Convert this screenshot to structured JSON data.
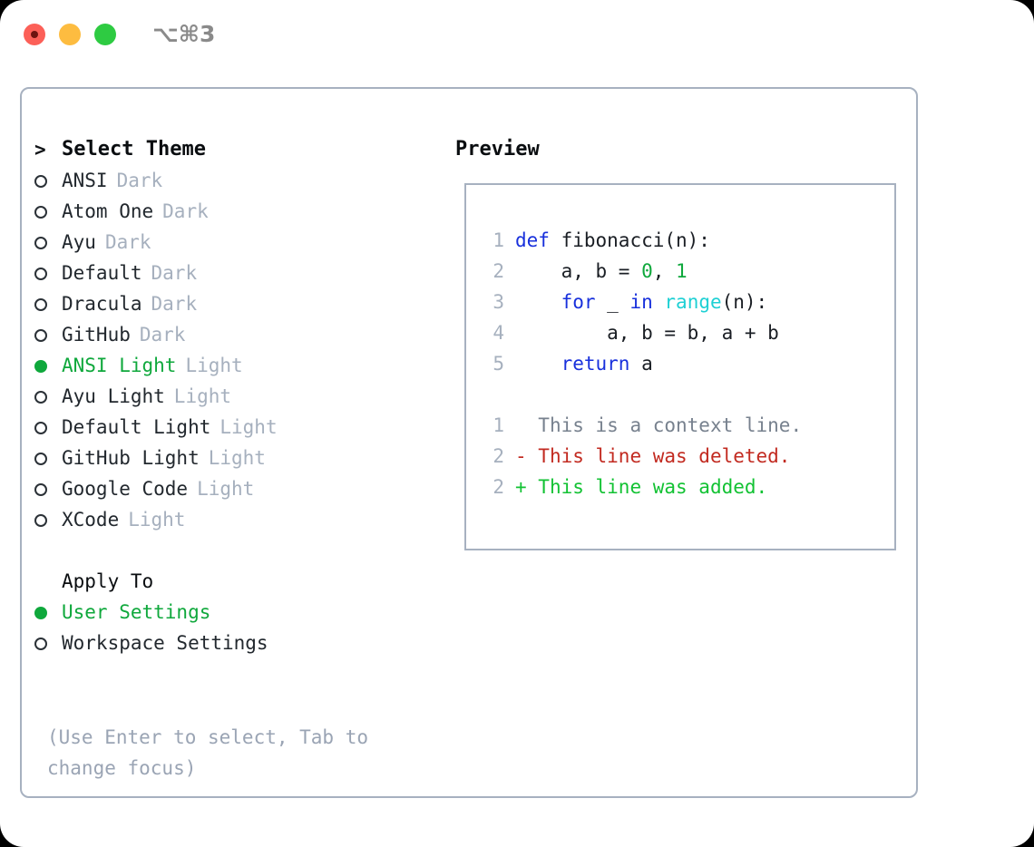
{
  "window": {
    "shortcut": "⌥⌘3",
    "traffic_lights": [
      "close-red",
      "minimize-yellow",
      "zoom-green"
    ]
  },
  "colors": {
    "accent_green": "#0FA83C",
    "muted": "#A6B0BE",
    "border": "#A7B1C0",
    "keyword_blue": "#1830DC",
    "function_cyan": "#1ED0D4",
    "diff_delete_red": "#C22A20",
    "diff_add_green": "#12C233"
  },
  "theme_list": {
    "header": "Select Theme",
    "header_marker": ">",
    "items": [
      {
        "name": "ANSI",
        "suffix": "Dark",
        "selected": false
      },
      {
        "name": "Atom One",
        "suffix": "Dark",
        "selected": false
      },
      {
        "name": "Ayu",
        "suffix": "Dark",
        "selected": false
      },
      {
        "name": "Default",
        "suffix": "Dark",
        "selected": false
      },
      {
        "name": "Dracula",
        "suffix": "Dark",
        "selected": false
      },
      {
        "name": "GitHub",
        "suffix": "Dark",
        "selected": false
      },
      {
        "name": "ANSI Light",
        "suffix": "Light",
        "selected": true
      },
      {
        "name": "Ayu Light",
        "suffix": "Light",
        "selected": false
      },
      {
        "name": "Default Light",
        "suffix": "Light",
        "selected": false
      },
      {
        "name": "GitHub Light",
        "suffix": "Light",
        "selected": false
      },
      {
        "name": "Google Code",
        "suffix": "Light",
        "selected": false
      },
      {
        "name": "XCode",
        "suffix": "Light",
        "selected": false
      }
    ]
  },
  "apply_to": {
    "header": "Apply To",
    "items": [
      {
        "name": "User Settings",
        "selected": true
      },
      {
        "name": "Workspace Settings",
        "selected": false
      }
    ]
  },
  "hint": "(Use Enter to select, Tab to change focus)",
  "preview": {
    "title": "Preview",
    "code_lines": [
      {
        "number": "1",
        "tokens": [
          {
            "text": "def",
            "style": "kw"
          },
          {
            "text": " fibonacci(n):",
            "style": "plain"
          }
        ]
      },
      {
        "number": "2",
        "tokens": [
          {
            "text": "    a, b = ",
            "style": "plain"
          },
          {
            "text": "0",
            "style": "num"
          },
          {
            "text": ", ",
            "style": "plain"
          },
          {
            "text": "1",
            "style": "num"
          }
        ]
      },
      {
        "number": "3",
        "tokens": [
          {
            "text": "    ",
            "style": "plain"
          },
          {
            "text": "for",
            "style": "kw"
          },
          {
            "text": " _ ",
            "style": "plain"
          },
          {
            "text": "in",
            "style": "kw"
          },
          {
            "text": " ",
            "style": "plain"
          },
          {
            "text": "range",
            "style": "fn"
          },
          {
            "text": "(n):",
            "style": "plain"
          }
        ]
      },
      {
        "number": "4",
        "tokens": [
          {
            "text": "        a, b = b, a + b",
            "style": "plain"
          }
        ]
      },
      {
        "number": "5",
        "tokens": [
          {
            "text": "    ",
            "style": "plain"
          },
          {
            "text": "return",
            "style": "kw"
          },
          {
            "text": " a",
            "style": "plain"
          }
        ]
      }
    ],
    "diff_lines": [
      {
        "number": "1",
        "sign": " ",
        "text": "This is a context line.",
        "kind": "context"
      },
      {
        "number": "2",
        "sign": "-",
        "text": "This line was deleted.",
        "kind": "delete"
      },
      {
        "number": "2",
        "sign": "+",
        "text": "This line was added.",
        "kind": "add"
      }
    ]
  }
}
